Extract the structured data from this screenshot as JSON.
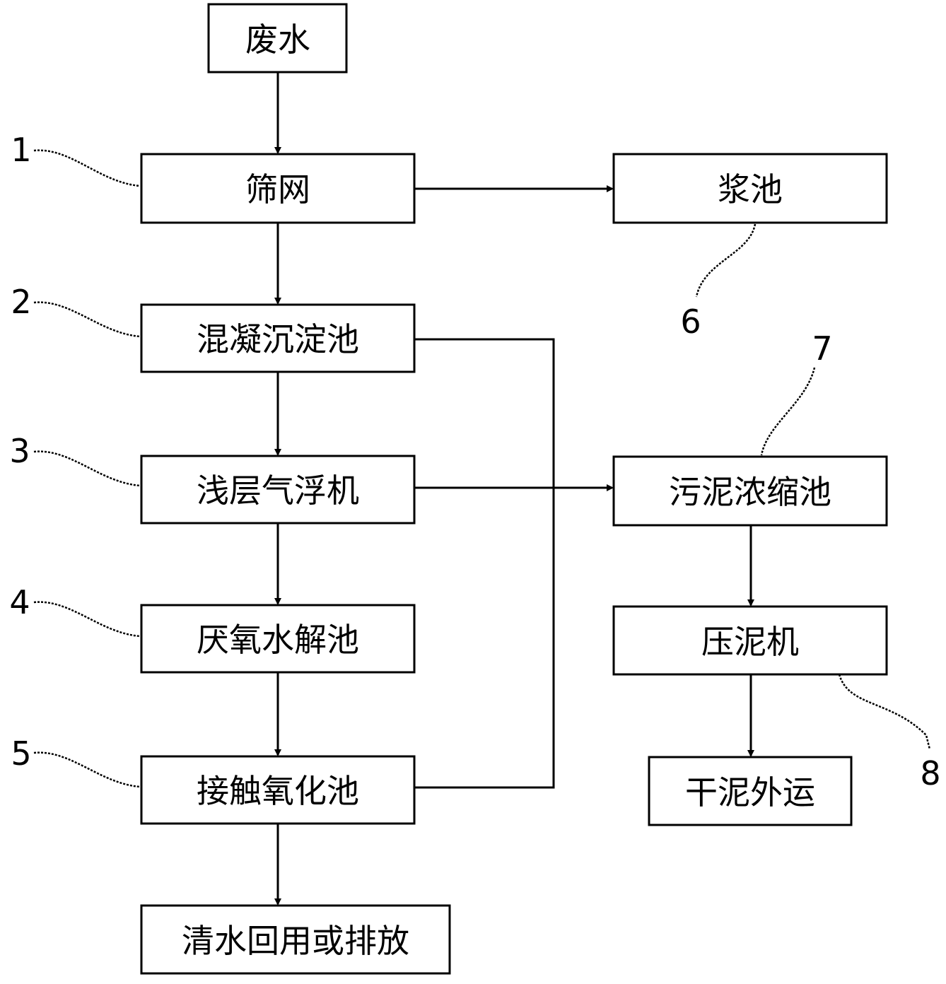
{
  "boxes": {
    "wastewater": "废水",
    "screen": "筛网",
    "slurry_tank": "浆池",
    "coag_settle": "混凝沉淀池",
    "air_flotation": "浅层气浮机",
    "anaerobic": "厌氧水解池",
    "contact_oxidation": "接触氧化池",
    "clear_water": "清水回用或排放",
    "sludge_thickener": "污泥浓缩池",
    "sludge_press": "压泥机",
    "dry_sludge": "干泥外运"
  },
  "refs": {
    "r1": "1",
    "r2": "2",
    "r3": "3",
    "r4": "4",
    "r5": "5",
    "r6": "6",
    "r7": "7",
    "r8": "8"
  }
}
